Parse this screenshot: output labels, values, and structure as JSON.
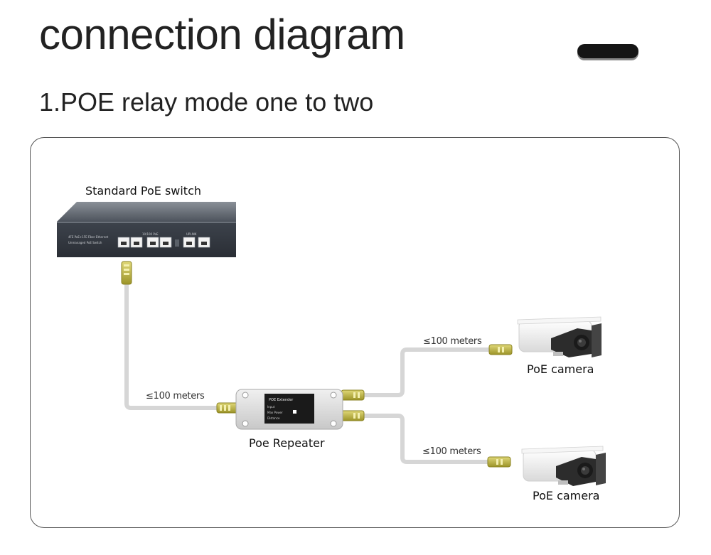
{
  "page": {
    "title": "connection diagram",
    "subtitle": "1.POE relay mode one to two"
  },
  "diagram": {
    "nodes": {
      "switch": "Standard PoE switch",
      "repeater": "Poe Repeater",
      "camera_top": "PoE camera",
      "camera_bottom": "PoE camera"
    },
    "links": {
      "switch_to_repeater": "≤100 meters",
      "repeater_to_camera_top": "≤100 meters",
      "repeater_to_camera_bottom": "≤100 meters"
    },
    "switch_panel": {
      "model_line1": "4FE PoE+1FE Fiber Ethernet",
      "model_line2": "Unmanaged PoE Switch",
      "group_poe": "10/100 PoE",
      "group_uplink": "UPLINK"
    },
    "repeater_panel": {
      "heading": "POE Extender",
      "line1": "Input",
      "line2": "Max Power",
      "line3": "Distance"
    }
  },
  "colors": {
    "cable": "#d8d8d8",
    "connector": "#b8b03a",
    "switch_body": "#3a3f48",
    "camera_body": "#f2f2f2",
    "repeater_body": "#e2e2e2"
  }
}
